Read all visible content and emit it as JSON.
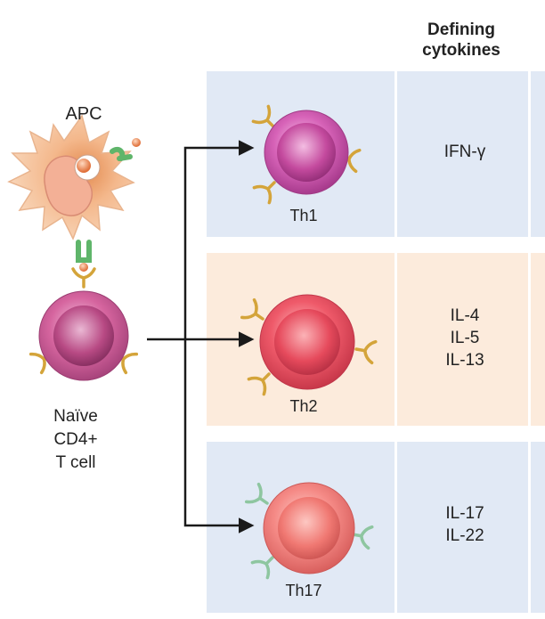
{
  "header": {
    "line1": "Defining",
    "line2": "cytokines"
  },
  "apc": {
    "label": "APC"
  },
  "naive": {
    "line1": "Naïve",
    "line2": "CD4+",
    "line3": "T cell"
  },
  "subsets": [
    {
      "label": "Th1",
      "cytokines": [
        "IFN-γ"
      ]
    },
    {
      "label": "Th2",
      "cytokines": [
        "IL-4",
        "IL-5",
        "IL-13"
      ]
    },
    {
      "label": "Th17",
      "cytokines": [
        "IL-17",
        "IL-22"
      ]
    }
  ],
  "colors": {
    "panel_blue": "#e1e9f5",
    "panel_peach": "#fcebdc",
    "receptor_gold": "#d4a43a",
    "receptor_green": "#8ec6a0",
    "th1_cell": "#d763b8",
    "th2_cell": "#ef5a6a",
    "th17_cell": "#f58a86",
    "apc_cell": "#f5c4a0"
  }
}
